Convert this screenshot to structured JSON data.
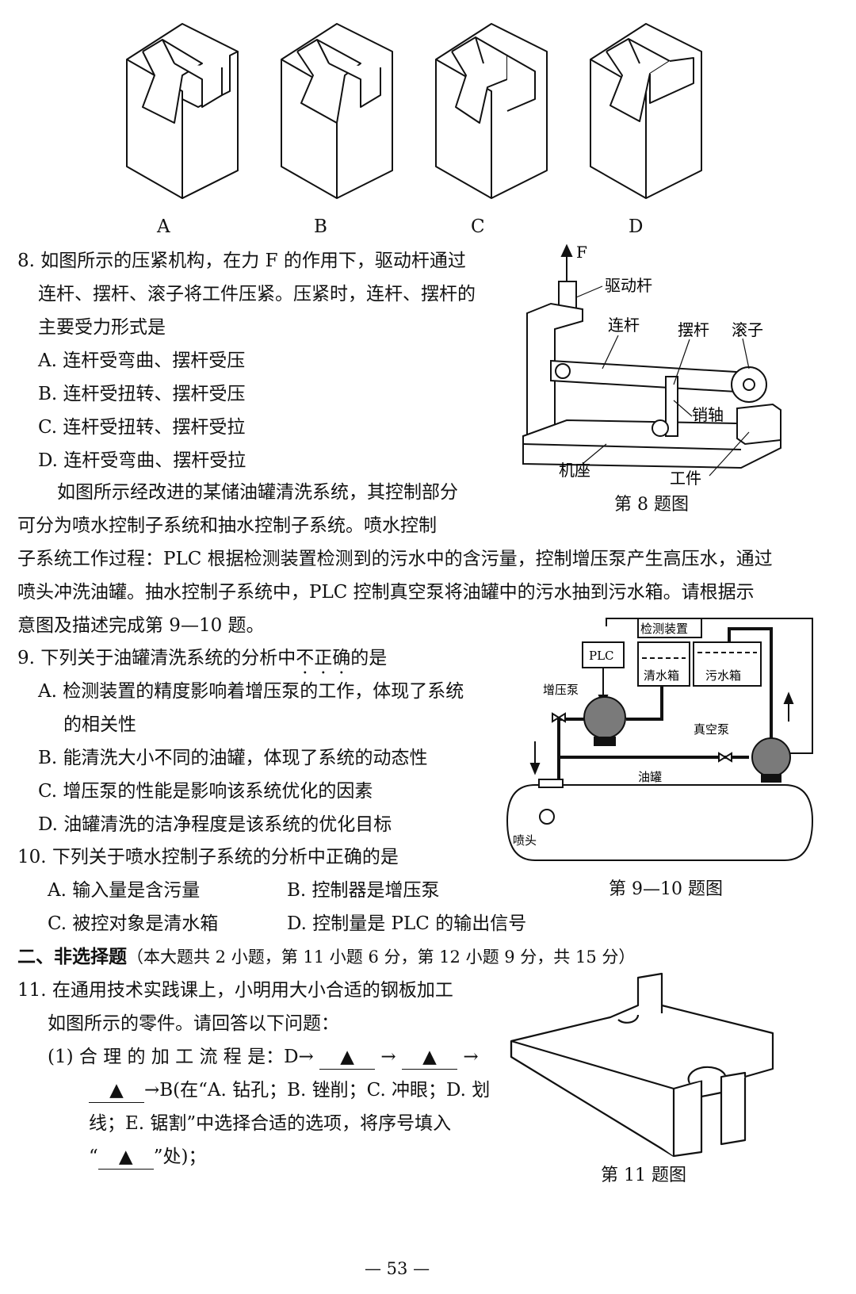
{
  "q7": {
    "options": [
      "A",
      "B",
      "C",
      "D"
    ]
  },
  "q8": {
    "stem": [
      "8. 如图所示的压紧机构，在力 F 的作用下，驱动杆通过",
      "连杆、摆杆、滚子将工件压紧。压紧时，连杆、摆杆的",
      "主要受力形式是"
    ],
    "options": [
      "A. 连杆受弯曲、摆杆受压",
      "B. 连杆受扭转、摆杆受压",
      "C. 连杆受扭转、摆杆受拉",
      "D. 连杆受弯曲、摆杆受拉"
    ],
    "figure_labels": {
      "force": "F",
      "drive_rod": "驱动杆",
      "link": "连杆",
      "swing_rod": "摆杆",
      "roller": "滚子",
      "pin": "销轴",
      "base": "机座",
      "workpiece": "工件"
    },
    "caption": "第 8 题图"
  },
  "intro_9_10": [
    "如图所示经改进的某储油罐清洗系统，其控制部分",
    "可分为喷水控制子系统和抽水控制子系统。喷水控制",
    "子系统工作过程：PLC 根据检测装置检测到的污水中的含污量，控制增压泵产生高压水，通过",
    "喷头冲洗油罐。抽水控制子系统中，PLC 控制真空泵将油罐中的污水抽到污水箱。请根据示",
    "意图及描述完成第 9—10 题。"
  ],
  "q9": {
    "stem_pre": "9. 下列关于油罐清洗系统的分析中",
    "stem_emph": [
      "不",
      "正",
      "确"
    ],
    "stem_post": "的是",
    "options": [
      "A. 检测装置的精度影响着增压泵的工作，体现了系统",
      "的相关性",
      "B. 能清洗大小不同的油罐，体现了系统的动态性",
      "C. 增压泵的性能是影响该系统优化的因素",
      "D. 油罐清洗的洁净程度是该系统的优化目标"
    ]
  },
  "fig_9_10": {
    "labels": {
      "detector": "检测装置",
      "plc": "PLC",
      "clean_tank": "清水箱",
      "waste_tank": "污水箱",
      "booster_pump": "增压泵",
      "vacuum_pump": "真空泵",
      "oil_tank": "油罐",
      "nozzle": "喷头"
    },
    "caption": "第 9—10 题图"
  },
  "q10": {
    "stem": "10. 下列关于喷水控制子系统的分析中正确的是",
    "options": [
      "A. 输入量是含污量",
      "B. 控制器是增压泵",
      "C. 被控对象是清水箱",
      "D. 控制量是 PLC 的输出信号"
    ]
  },
  "section2": {
    "title": "二、非选择题",
    "note": "（本大题共 2 小题，第 11 小题 6 分，第 12 小题 9 分，共 15 分）"
  },
  "q11": {
    "stem": [
      "11. 在通用技术实践课上，小明用大小合适的钢板加工",
      "如图所示的零件。请回答以下问题："
    ],
    "p1_a": "(1) 合 理 的 加 工 流 程 是：D→",
    "arrow": "→",
    "blank": "▲",
    "p1_b": "→B(在“A. 钻孔；B. 锉削；C. 冲眼；D. 划",
    "p1_c": "线；E. 锯割”中选择合适的选项，将序号填入",
    "p1_d_open": "“",
    "p1_d_close": "”处)；",
    "caption": "第 11 题图"
  },
  "page_number": "— 53 —"
}
